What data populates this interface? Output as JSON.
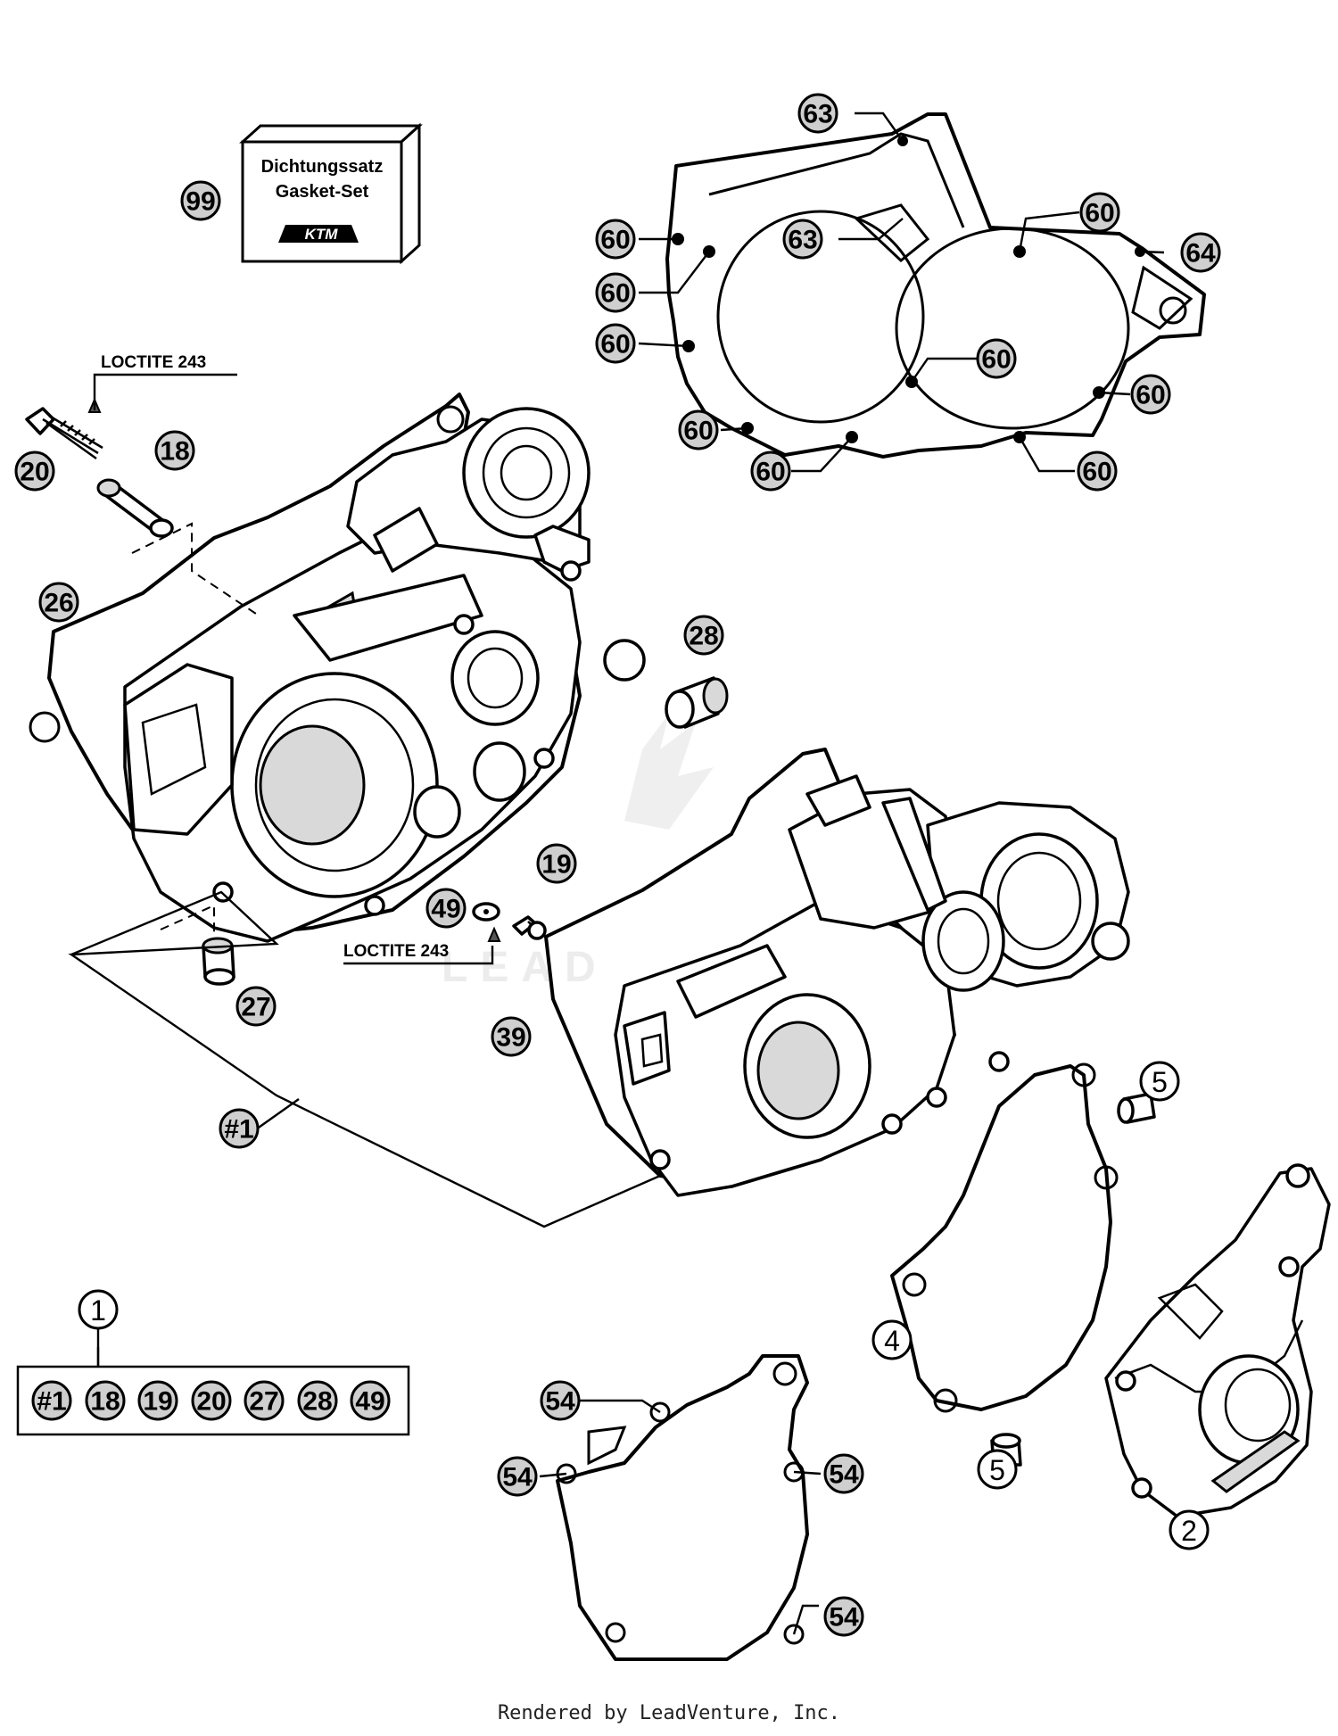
{
  "gasket_set_box": {
    "line1": "Dichtungssatz",
    "line2": "Gasket-Set",
    "logo_text": "KTM",
    "callout": "99"
  },
  "loctite_labels": [
    "LOCTITE 243",
    "LOCTITE 243"
  ],
  "callouts": {
    "c63a": "63",
    "c63b": "63",
    "c64": "64",
    "c60_1": "60",
    "c60_2": "60",
    "c60_3": "60",
    "c60_4": "60",
    "c60_5": "60",
    "c60_6": "60",
    "c60_7": "60",
    "c60_8": "60",
    "c60_9": "60",
    "c20": "20",
    "c18": "18",
    "c26": "26",
    "c28": "28",
    "c19": "19",
    "c49": "49",
    "c27": "27",
    "c39": "39",
    "c_h1": "#1",
    "c5a": "5",
    "c5b": "5",
    "c4": "4",
    "c2": "2",
    "c54a": "54",
    "c54b": "54",
    "c54c": "54",
    "c54d": "54"
  },
  "kit": {
    "label": "1",
    "items": [
      "#1",
      "18",
      "19",
      "20",
      "27",
      "28",
      "49"
    ]
  },
  "footer": "Rendered by LeadVenture, Inc."
}
